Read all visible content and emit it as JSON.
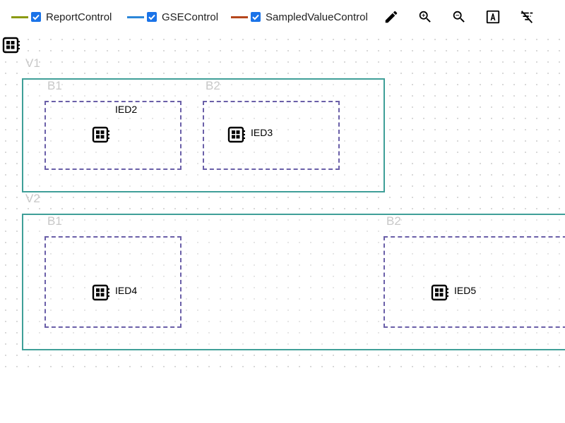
{
  "legend": [
    {
      "label": "ReportControl",
      "color": "#8b9a12",
      "checked": true
    },
    {
      "label": "GSEControl",
      "color": "#2b86d8",
      "checked": true
    },
    {
      "label": "SampledValueControl",
      "color": "#b5461c",
      "checked": true
    }
  ],
  "colors": {
    "checkbox": "#1a73e8",
    "voltage_border": "#3f9f98",
    "bay_border": "#6a5fa8"
  },
  "tools": [
    "pencil-icon",
    "zoom-in-icon",
    "zoom-out-icon",
    "label-icon",
    "filter-off-icon"
  ],
  "substation": {
    "voltage_levels": [
      {
        "name": "V1",
        "bays": [
          {
            "name": "B1",
            "ieds": [
              {
                "name": "IED2"
              }
            ]
          },
          {
            "name": "B2",
            "ieds": [
              {
                "name": "IED3"
              }
            ]
          }
        ]
      },
      {
        "name": "V2",
        "bays": [
          {
            "name": "B1",
            "ieds": [
              {
                "name": "IED4"
              }
            ]
          },
          {
            "name": "B2",
            "ieds": [
              {
                "name": "IED5"
              }
            ]
          }
        ]
      }
    ]
  }
}
